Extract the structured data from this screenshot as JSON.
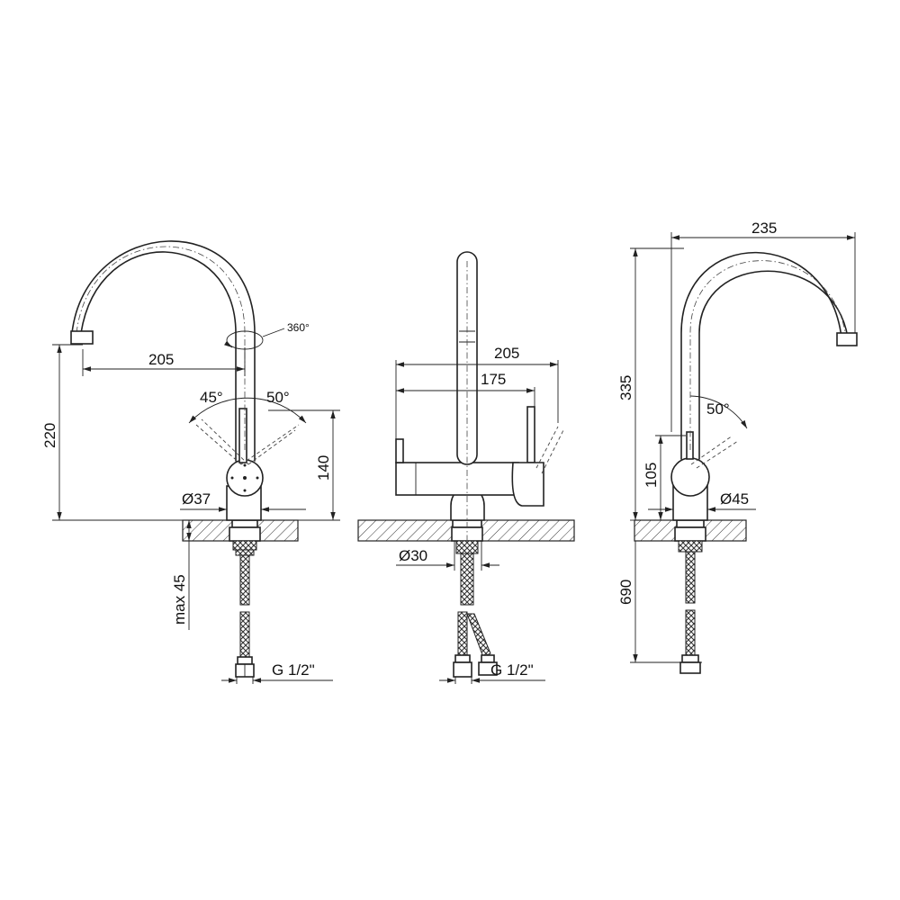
{
  "side_view": {
    "dims": {
      "spout_reach": "205",
      "total_height": "220",
      "lever_height": "140",
      "body_diameter": "Ø37",
      "max_thickness": "max 45",
      "thread": "G 1/2\"",
      "angle_left": "45°",
      "angle_right": "50°",
      "rotation": "360°"
    }
  },
  "front_view": {
    "dims": {
      "overall_width": "205",
      "handle_width": "175",
      "base_diameter": "Ø30",
      "thread": "G 1/2\""
    }
  },
  "rear_view": {
    "dims": {
      "spout_reach": "235",
      "total_height": "335",
      "lever_height": "105",
      "body_diameter": "Ø45",
      "hose_length": "690",
      "angle": "50°"
    }
  }
}
